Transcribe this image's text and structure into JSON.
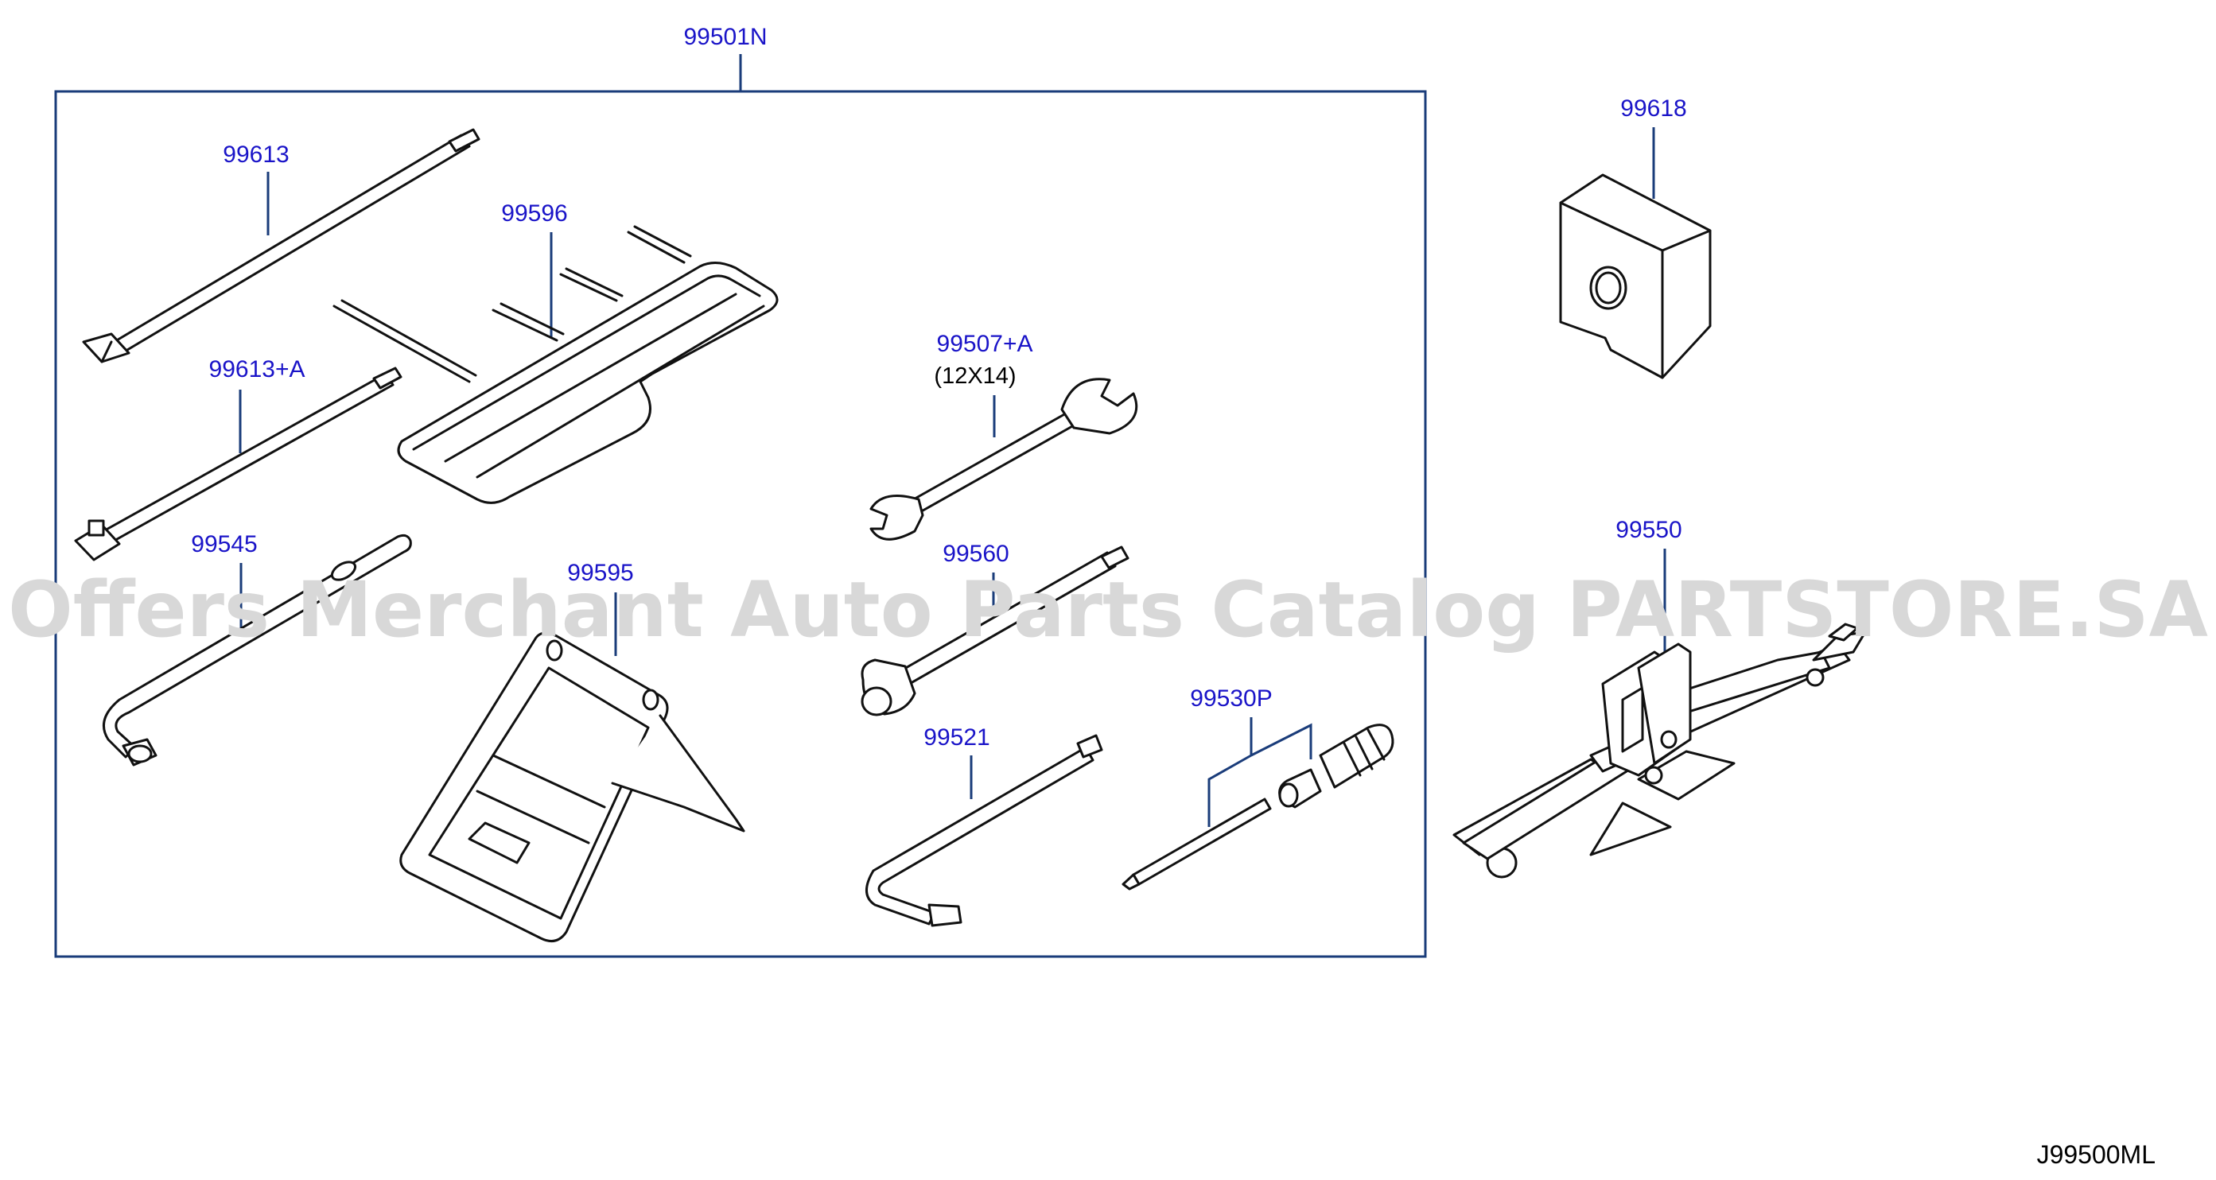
{
  "diagram": {
    "group_label": "99501N",
    "watermark": "Offers Merchant Auto Parts Catalog PARTSTORE.SA",
    "diagram_code": "J99500ML",
    "parts": [
      {
        "id": "99613",
        "label": "99613"
      },
      {
        "id": "99596",
        "label": "99596"
      },
      {
        "id": "99613A",
        "label": "99613+A"
      },
      {
        "id": "99545",
        "label": "99545"
      },
      {
        "id": "99595",
        "label": "99595"
      },
      {
        "id": "99507A",
        "label": "99507+A",
        "note": "(12X14)"
      },
      {
        "id": "99560",
        "label": "99560"
      },
      {
        "id": "99521",
        "label": "99521"
      },
      {
        "id": "99530P",
        "label": "99530P"
      },
      {
        "id": "99618",
        "label": "99618"
      },
      {
        "id": "99550",
        "label": "99550"
      }
    ]
  }
}
